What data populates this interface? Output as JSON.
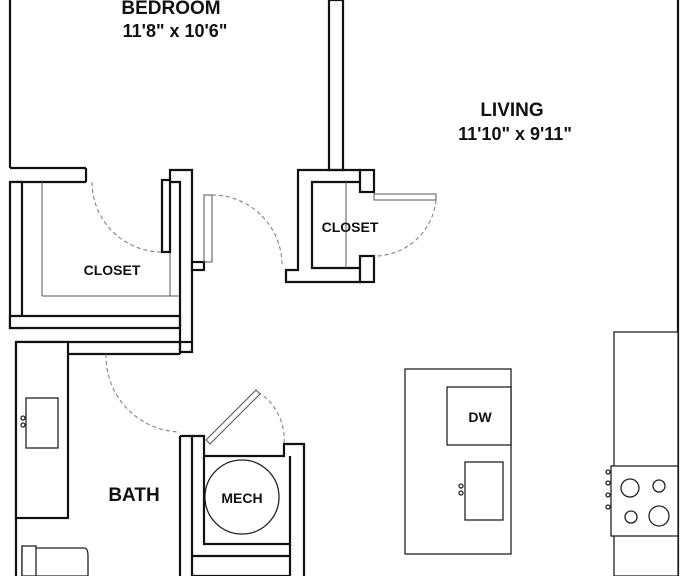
{
  "rooms": {
    "bedroom": {
      "name": "BEDROOM",
      "dims": "11'8\" x 10'6\""
    },
    "living": {
      "name": "LIVING",
      "dims": "11'10\" x 9'11\""
    },
    "closet_left": {
      "name": "CLOSET"
    },
    "closet_right": {
      "name": "CLOSET"
    },
    "bath": {
      "name": "BATH"
    },
    "mech": {
      "name": "MECH"
    },
    "dishwasher": {
      "name": "DW"
    }
  }
}
